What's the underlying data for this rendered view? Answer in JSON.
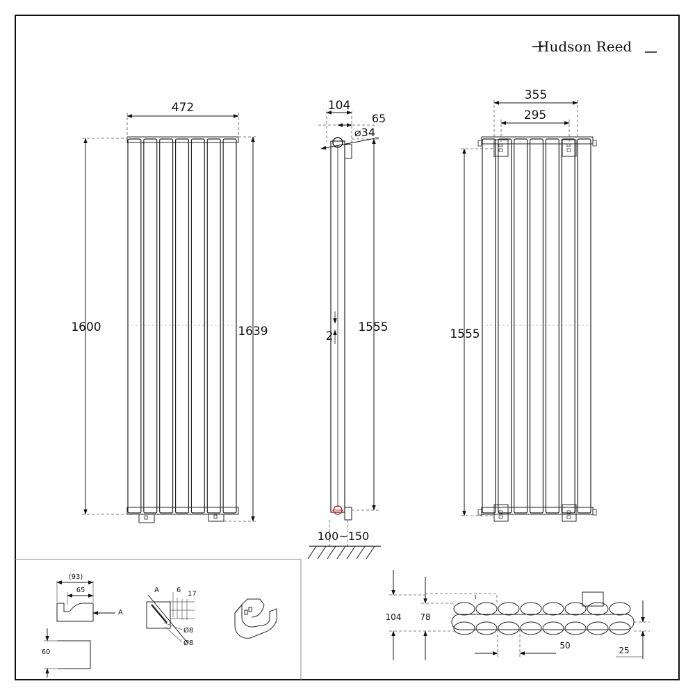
{
  "brand": {
    "logo_text": "Hudson Reed"
  },
  "front_view": {
    "width_label": "472",
    "height_label": "1600",
    "overall_height_label": "1639",
    "panel_count": 7
  },
  "side_view": {
    "depth_label": "104",
    "offset_label": "65",
    "pipe_diameter_label": "⌀34",
    "gap_label": "2",
    "height_label": "1555",
    "wall_distance_label": "100~150"
  },
  "rear_view": {
    "outer_width_label": "355",
    "bracket_centers_label": "295",
    "height_label": "1555"
  },
  "bracket_detail": {
    "depth_paren_label": "(93)",
    "depth_label": "65",
    "section_label_a": "A",
    "height_label": "60",
    "section_marker_a": "A",
    "slot_label_6": "6",
    "slot_label_17": "17",
    "hole_label_1": "Ø8",
    "hole_label_2": "Ø8"
  },
  "section_view": {
    "depth_label": "104",
    "tube_depth_label": "78",
    "spacing_label": "50",
    "offset_label": "25"
  }
}
